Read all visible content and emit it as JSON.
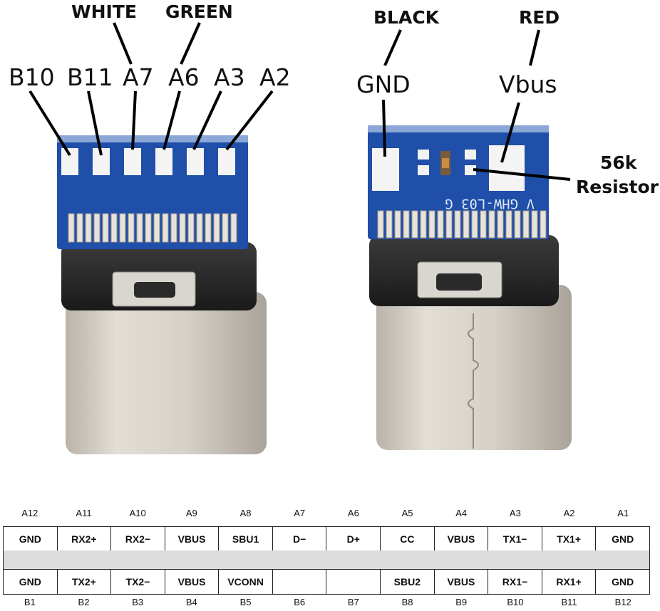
{
  "left_connector": {
    "wire_labels": [
      "WHITE",
      "GREEN"
    ],
    "pin_labels": [
      "B10",
      "B11",
      "A7",
      "A6",
      "A3",
      "A2"
    ]
  },
  "right_connector": {
    "wire_labels": [
      "BLACK",
      "RED"
    ],
    "pin_labels": [
      "GND",
      "Vbus"
    ],
    "resistor_label": [
      "56k",
      "Resistor"
    ],
    "pcb_marking": "V  GHW-L03  G"
  },
  "pinout": {
    "top_positions": [
      "A12",
      "A11",
      "A10",
      "A9",
      "A8",
      "A7",
      "A6",
      "A5",
      "A4",
      "A3",
      "A2",
      "A1"
    ],
    "top_signals": [
      "GND",
      "RX2+",
      "RX2−",
      "VBUS",
      "SBU1",
      "D−",
      "D+",
      "CC",
      "VBUS",
      "TX1−",
      "TX1+",
      "GND"
    ],
    "bottom_signals": [
      "GND",
      "TX2+",
      "TX2−",
      "VBUS",
      "VCONN",
      "",
      "",
      "SBU2",
      "VBUS",
      "RX1−",
      "RX1+",
      "GND"
    ],
    "bottom_positions": [
      "B1",
      "B2",
      "B3",
      "B4",
      "B5",
      "B6",
      "B7",
      "B8",
      "B9",
      "B10",
      "B11",
      "B12"
    ]
  },
  "colors": {
    "pcb_blue": "#1f4fa8",
    "metal_shell": "#d4cfc6",
    "overmold": "#2a2a2a",
    "table_gap": "#dcdcdc"
  }
}
